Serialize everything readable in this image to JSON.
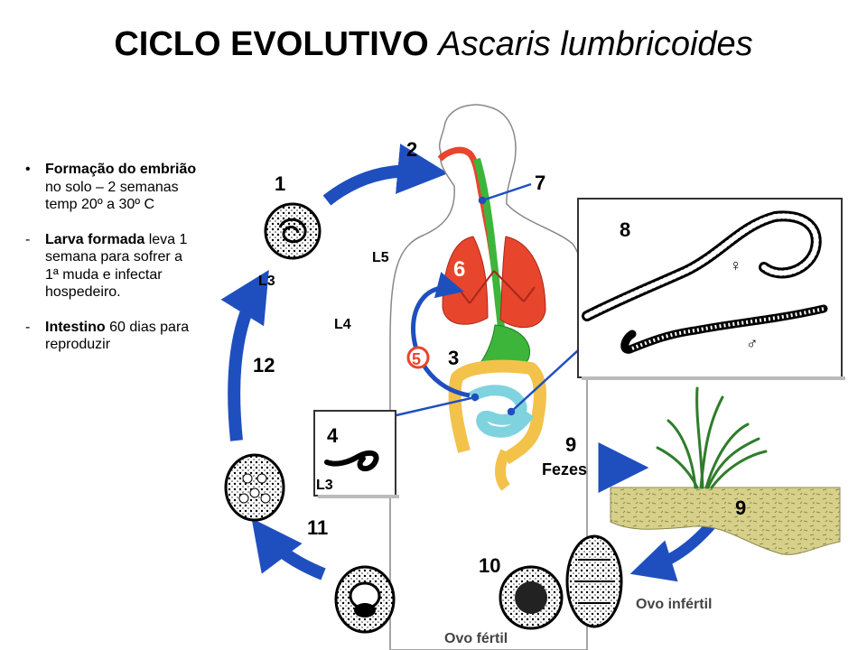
{
  "title": {
    "main": "CICLO EVOLUTIVO",
    "species": "Ascaris lumbricoides"
  },
  "notes": [
    {
      "marker": "•",
      "bold": "Formação do embrião",
      "text": " no solo – 2 semanas temp 20º a 30º C"
    },
    {
      "marker": "-",
      "bold": "Larva formada",
      "text": " leva 1 semana para sofrer a 1ª muda e infectar hospedeiro."
    },
    {
      "marker": "-",
      "bold": "Intestino",
      "text": " 60 dias para reproduzir"
    }
  ],
  "stages": [
    "1",
    "2",
    "3",
    "4",
    "5",
    "6",
    "7",
    "8",
    "9",
    "9",
    "10",
    "11",
    "12"
  ],
  "larvae": {
    "l5": "L5",
    "l4": "L4",
    "l3_top": "L3",
    "l3_bottom": "L3"
  },
  "labels": {
    "fezes": "Fezes",
    "ovo_infertil": "Ovo infértil",
    "ovo_fertil": "Ovo fértil",
    "female_symbol": "♀",
    "male_symbol": "♂"
  },
  "colors": {
    "arrow_blue": "#1f4fbf",
    "lung_red": "#e8452d",
    "digestive_green": "#3cb53a",
    "intestine_yellow": "#f2c24a",
    "small_intestine_blue": "#7fd3df",
    "soil": "#d6d08a"
  }
}
